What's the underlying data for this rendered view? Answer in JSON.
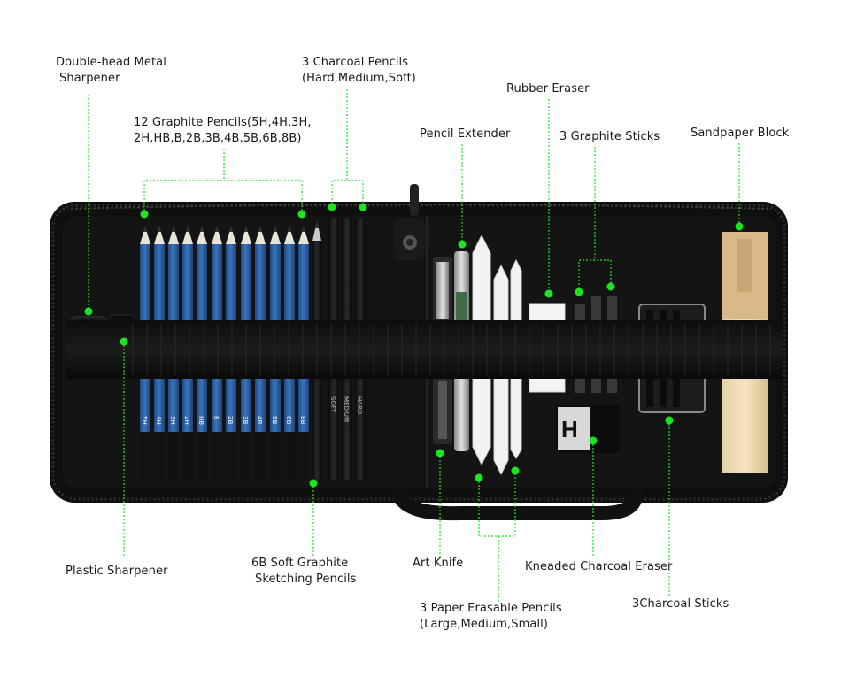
{
  "colors": {
    "accent_green": "#19e61d",
    "case_black": "#121212",
    "pencil_blue": "#2d5f9e",
    "background": "#ffffff"
  },
  "labels": {
    "metal_sharpener": {
      "line1": "Double-head Metal",
      "line2": "Sharpener"
    },
    "charcoal_pencils": {
      "line1": "3 Charcoal Pencils",
      "line2": "(Hard,Medium,Soft)"
    },
    "graphite_pencils": {
      "line1": "12 Graphite Pencils(5H,4H,3H,",
      "line2": "2H,HB,B,2B,3B,4B,5B,6B,8B)"
    },
    "rubber_eraser": {
      "line1": "Rubber Eraser"
    },
    "pencil_extender": {
      "line1": "Pencil Extender"
    },
    "graphite_sticks": {
      "line1": "3 Graphite Sticks"
    },
    "sandpaper_block": {
      "line1": "Sandpaper Block"
    },
    "plastic_sharpener": {
      "line1": "Plastic Sharpener"
    },
    "soft_graphite": {
      "line1": "6B Soft Graphite",
      "line2": "Sketching Pencils"
    },
    "art_knife": {
      "line1": "Art Knife"
    },
    "kneaded_eraser": {
      "line1": "Kneaded Charcoal Eraser"
    },
    "paper_pencils": {
      "line1": "3 Paper Erasable Pencils",
      "line2": "(Large,Medium,Small)"
    },
    "charcoal_sticks": {
      "line1": "3Charcoal Sticks"
    }
  },
  "pencil_grades": [
    "5H",
    "4H",
    "3H",
    "2H",
    "HB",
    "B",
    "2B",
    "3B",
    "4B",
    "5B",
    "6B",
    "8B"
  ],
  "charcoal_grades": [
    "SOFT",
    "MEDIUM",
    "HARD"
  ],
  "eraser_brand": "H"
}
